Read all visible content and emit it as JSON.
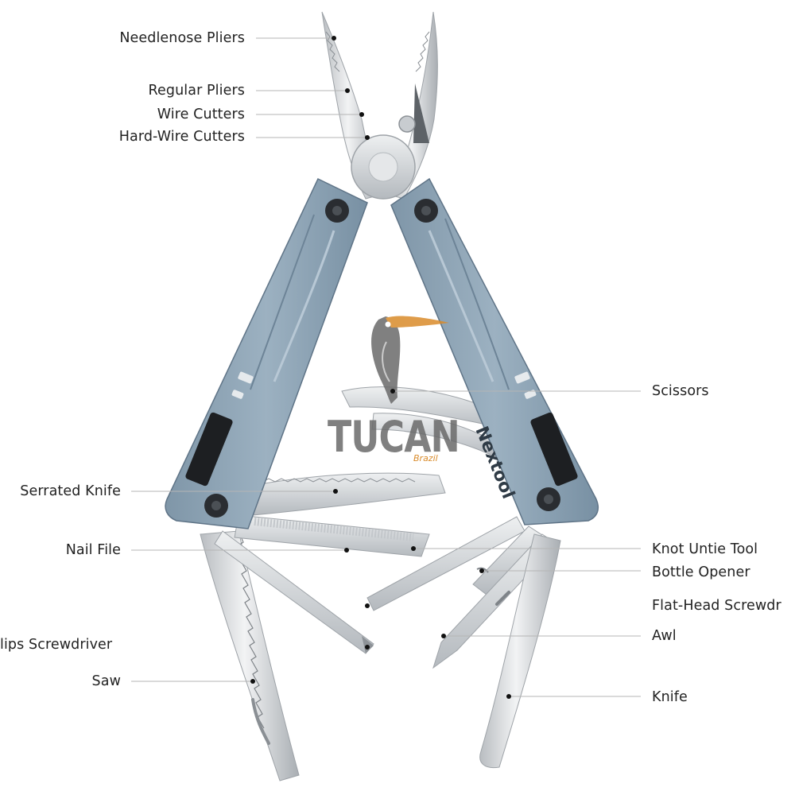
{
  "labels": {
    "needlenose_pliers": "Needlenose Pliers",
    "regular_pliers": "Regular Pliers",
    "wire_cutters": "Wire Cutters",
    "hard_wire_cutters": "Hard-Wire Cutters",
    "scissors": "Scissors",
    "serrated_knife": "Serrated Knife",
    "nail_file": "Nail File",
    "knot_untie_tool": "Knot Untie Tool",
    "bottle_opener": "Bottle Opener",
    "flat_head_screwdriver": "Flat-Head Screwdr",
    "phillips_screwdriver": "lips Screwdriver",
    "awl": "Awl",
    "saw": "Saw",
    "knife": "Knife"
  },
  "brand": {
    "handle_logo": "Nextool",
    "watermark_main": "TUCAN",
    "watermark_sub": "Brazil"
  },
  "colors": {
    "handle": "#8fa5b6",
    "handle_dark": "#6f8698",
    "steel": "#d9dcdf",
    "steel_dark": "#9ea3a8",
    "leader": "#b5b5b5",
    "text": "#222222",
    "watermark": "#6a6a6a",
    "watermark_accent": "#d98b2a"
  }
}
